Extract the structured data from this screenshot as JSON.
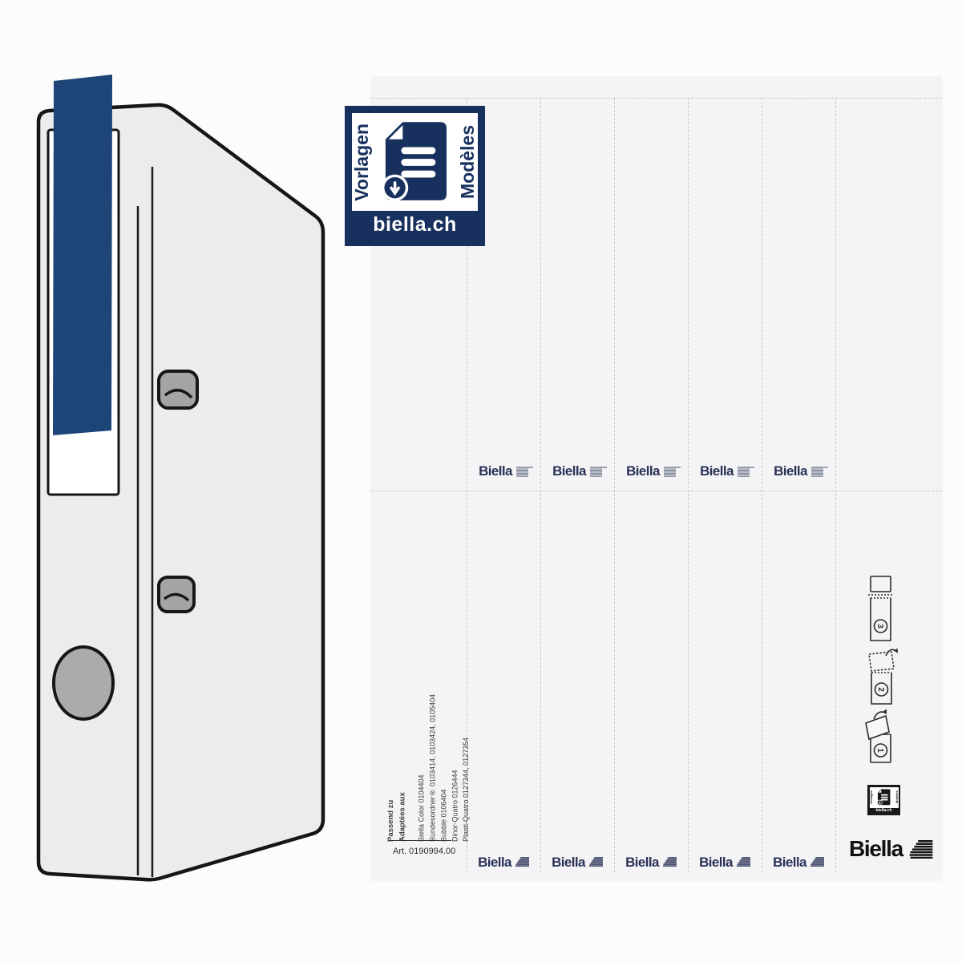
{
  "brand": {
    "name": "Biella",
    "navy": "#17305e",
    "label_strip_blue": "#1d4577"
  },
  "badge": {
    "vertical_left": "Vorlagen",
    "vertical_right": "Modèles",
    "website": "biella.ch"
  },
  "sheet": {
    "label_brand": "Biella",
    "info": {
      "heading_de": "Passend zu",
      "heading_fr": "Adaptées aux",
      "products": [
        "Biella Color 0104404",
        "Bundesordner® 0103414, 0103424, 0105404",
        "Bubble 0106404",
        "Dinor-Quatro 0126444",
        "Plasti-Quatro 0127344, 0127354"
      ],
      "article_no": "Art. 0190994.00"
    },
    "steps": {
      "step1": "1",
      "step2": "2",
      "step3": "3"
    },
    "mini_badge": {
      "vertical_left": "Vorlagen",
      "vertical_right": "Modèles",
      "website": "biella.ch"
    },
    "footer_brand": "Biella"
  }
}
